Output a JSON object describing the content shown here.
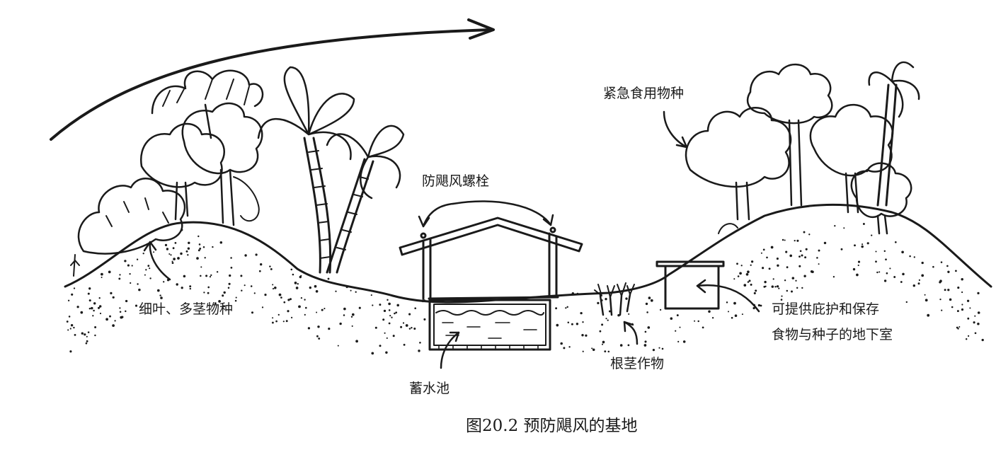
{
  "labels": {
    "emergency_food": "紧急食用物种",
    "typhoon_bolts": "防飓风螺栓",
    "fine_leaf": "细叶、多茎物种",
    "cellar_line1": "可提供庇护和保存",
    "cellar_line2": "食物与种子的地下室",
    "root_crops": "根茎作物",
    "water_tank": "蓄水池"
  },
  "caption": "图20.2 预防飓风的基地",
  "icons": [
    "wind-arrow",
    "palm-tree",
    "broadleaf-tree",
    "house",
    "water-tank",
    "root-crop",
    "cellar"
  ]
}
